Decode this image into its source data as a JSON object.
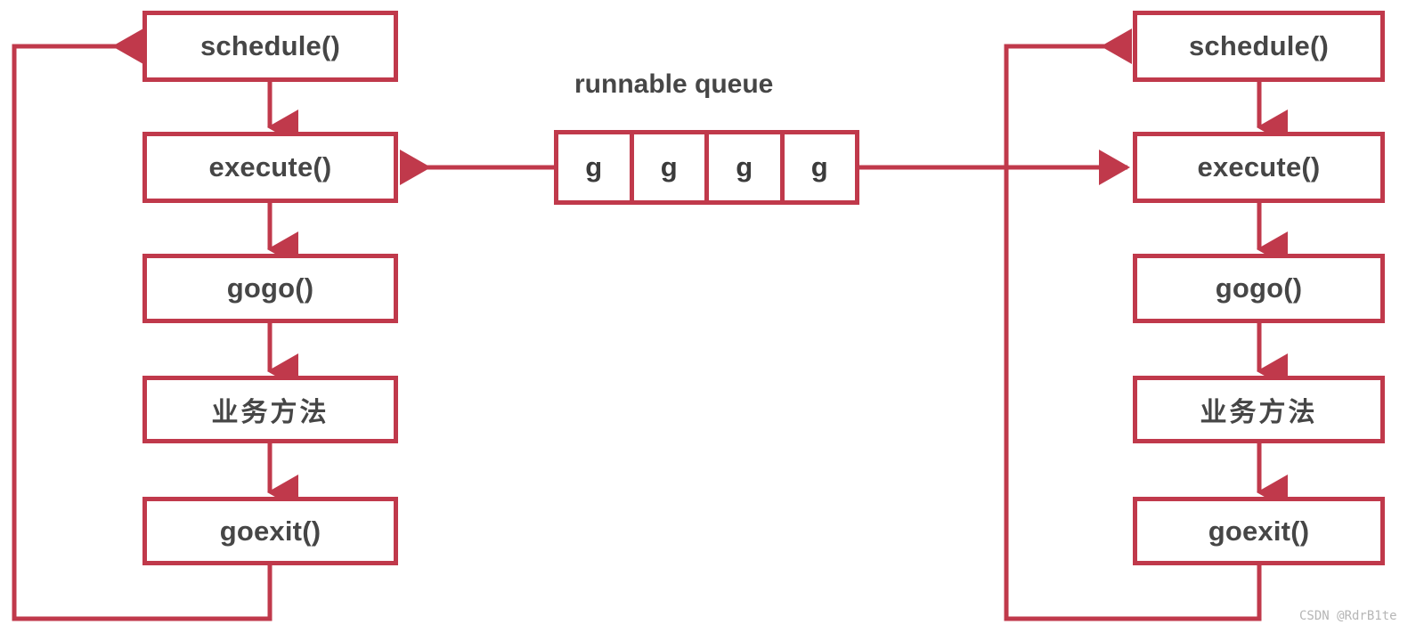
{
  "diagram": {
    "title": "runnable queue",
    "accent_color": "#c0394b",
    "text_color": "#464646",
    "background_color": "#ffffff",
    "watermark": "CSDN @RdrB1te"
  },
  "queue": {
    "label": "runnable queue",
    "cells": [
      {
        "label": "g"
      },
      {
        "label": "g"
      },
      {
        "label": "g"
      },
      {
        "label": "g"
      }
    ]
  },
  "left_column": {
    "name": "left processor pipeline",
    "nodes": [
      {
        "id": "left-schedule",
        "label": "schedule()"
      },
      {
        "id": "left-execute",
        "label": "execute()"
      },
      {
        "id": "left-gogo",
        "label": "gogo()"
      },
      {
        "id": "left-business-method",
        "label": "业务方法"
      },
      {
        "id": "left-goexit",
        "label": "goexit()"
      }
    ]
  },
  "right_column": {
    "name": "right processor pipeline",
    "nodes": [
      {
        "id": "right-schedule",
        "label": "schedule()"
      },
      {
        "id": "right-execute",
        "label": "execute()"
      },
      {
        "id": "right-gogo",
        "label": "gogo()"
      },
      {
        "id": "right-business-method",
        "label": "业务方法"
      },
      {
        "id": "right-goexit",
        "label": "goexit()"
      }
    ]
  },
  "edges": [
    {
      "from": "left-schedule",
      "to": "left-execute",
      "kind": "arrow-down"
    },
    {
      "from": "left-execute",
      "to": "left-gogo",
      "kind": "arrow-down"
    },
    {
      "from": "left-gogo",
      "to": "left-business-method",
      "kind": "arrow-down"
    },
    {
      "from": "left-business-method",
      "to": "left-goexit",
      "kind": "arrow-down"
    },
    {
      "from": "left-goexit",
      "to": "left-schedule",
      "kind": "loop-back-left"
    },
    {
      "from": "queue",
      "to": "left-execute",
      "kind": "arrow-left"
    },
    {
      "from": "queue",
      "to": "right-execute",
      "kind": "arrow-right"
    },
    {
      "from": "right-schedule",
      "to": "right-execute",
      "kind": "arrow-down"
    },
    {
      "from": "right-execute",
      "to": "right-gogo",
      "kind": "arrow-down"
    },
    {
      "from": "right-gogo",
      "to": "right-business-method",
      "kind": "arrow-down"
    },
    {
      "from": "right-business-method",
      "to": "right-goexit",
      "kind": "arrow-down"
    },
    {
      "from": "right-goexit",
      "to": "right-schedule",
      "kind": "loop-back-left"
    }
  ]
}
